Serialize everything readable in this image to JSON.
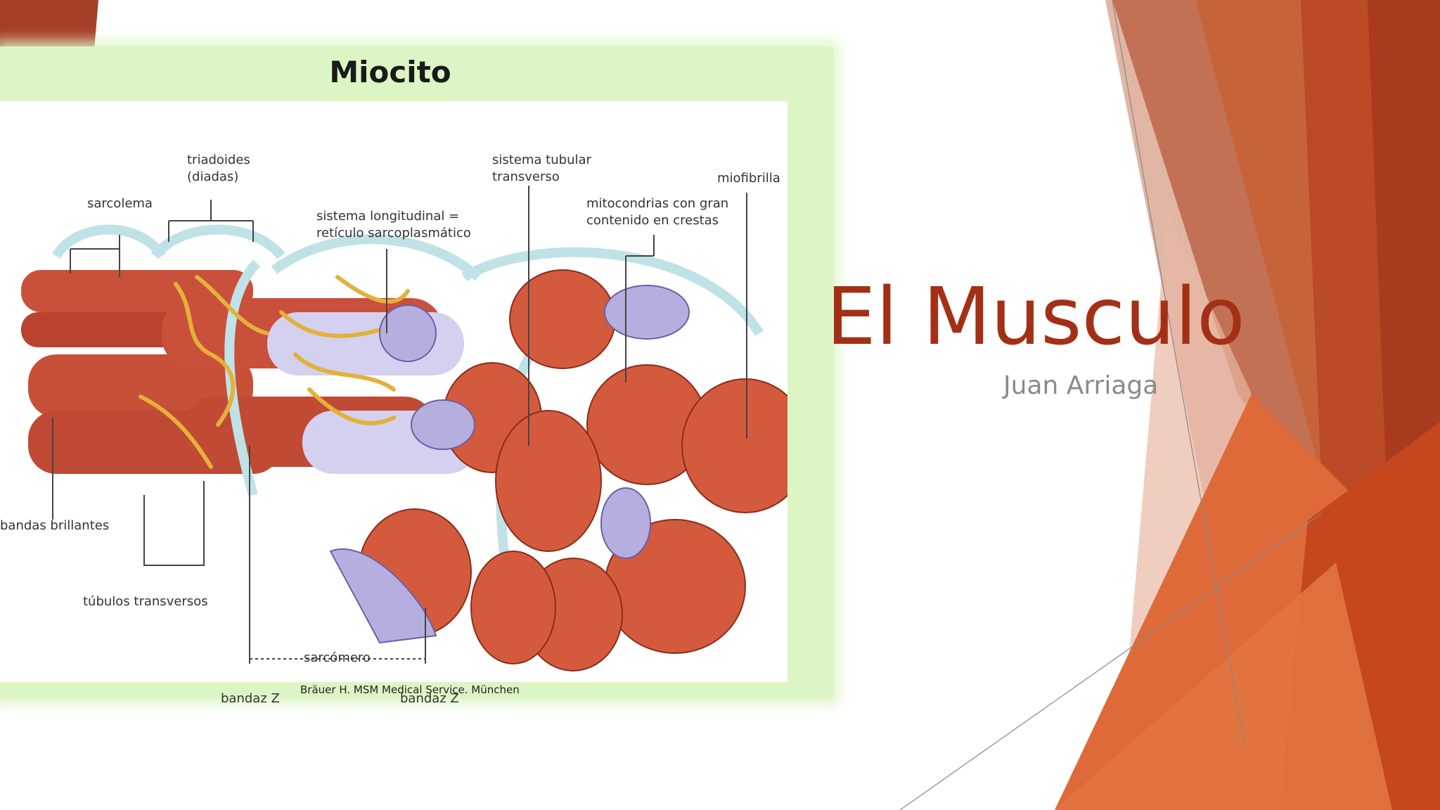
{
  "slide": {
    "title": "El Musculo",
    "subtitle": "Juan Arriaga"
  },
  "figure": {
    "title": "Miocito",
    "labels": {
      "triadoides": "triadoides\n(diadas)",
      "sarcolema": "sarcolema",
      "sistema_longitudinal": "sistema longitudinal =\nretículo sarcoplasmático",
      "sistema_tubular": "sistema tubular\ntransverso",
      "mitocondrias": "mitocondrias con gran\ncontenido en crestas",
      "miofibrilla": "miofibrilla",
      "bandas_brillantes": "bandas brillantes",
      "tubulos_transversos": "túbulos transversos",
      "sarcomero": "sarcómero",
      "banda_z_left": "bandaz Z",
      "banda_z_right": "bandaz Z"
    },
    "credit": "Bräuer H. MSM Medical Service. München"
  },
  "colors": {
    "accent": "#a33016",
    "figure_frame": "#dcf5c4",
    "muscle": "#c9503a",
    "membrane": "#cfe9ec",
    "reticulum": "#e6b43c",
    "tubule": "#c9c3e8"
  }
}
